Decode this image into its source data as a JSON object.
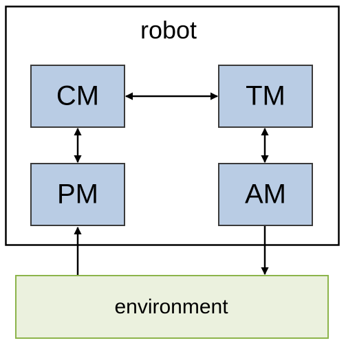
{
  "title": "robot",
  "modules": {
    "cm": "CM",
    "tm": "TM",
    "pm": "PM",
    "am": "AM"
  },
  "environment": "environment",
  "colors": {
    "module_fill": "#b9cce4",
    "module_stroke": "#3a3a3a",
    "environment_fill": "#ebf1de",
    "environment_stroke": "#8cb44a",
    "robot_stroke": "#000000",
    "arrow": "#000000"
  }
}
